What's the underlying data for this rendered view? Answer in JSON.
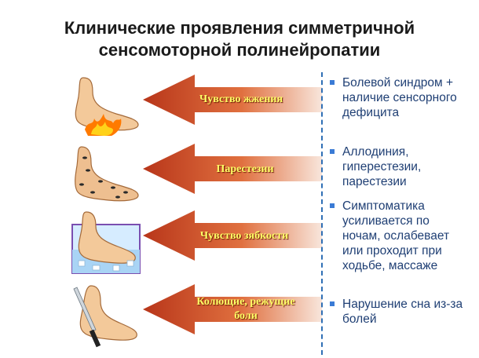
{
  "title": {
    "line1": "Клинические проявления симметричной",
    "line2": "сенсомоторной полинейропатии"
  },
  "rows": [
    {
      "label": "Чувство жжения",
      "icon": "foot-fire-icon"
    },
    {
      "label": "Парестезии",
      "icon": "foot-ants-icon"
    },
    {
      "label": "Чувство зябкости",
      "icon": "foot-ice-water-icon"
    },
    {
      "label": "Колющие, режущие боли",
      "icon": "foot-knife-icon"
    }
  ],
  "bullets": [
    "Болевой синдром +\nналичие сенсорного\nдефицита",
    "Аллодиния,\nгиперестезии,\nпарестезии",
    "Симптоматика\nусиливается по\nночам, ослабевает\nили проходит при\nходьбе, массаже",
    "Нарушение сна из-за\nболей"
  ],
  "colors": {
    "arrow_dark": "#c0401a",
    "arrow_light": "#f6ddd0",
    "label": "#ffff66",
    "bullet_text": "#1f3f74",
    "divider": "#2f6fb5"
  }
}
